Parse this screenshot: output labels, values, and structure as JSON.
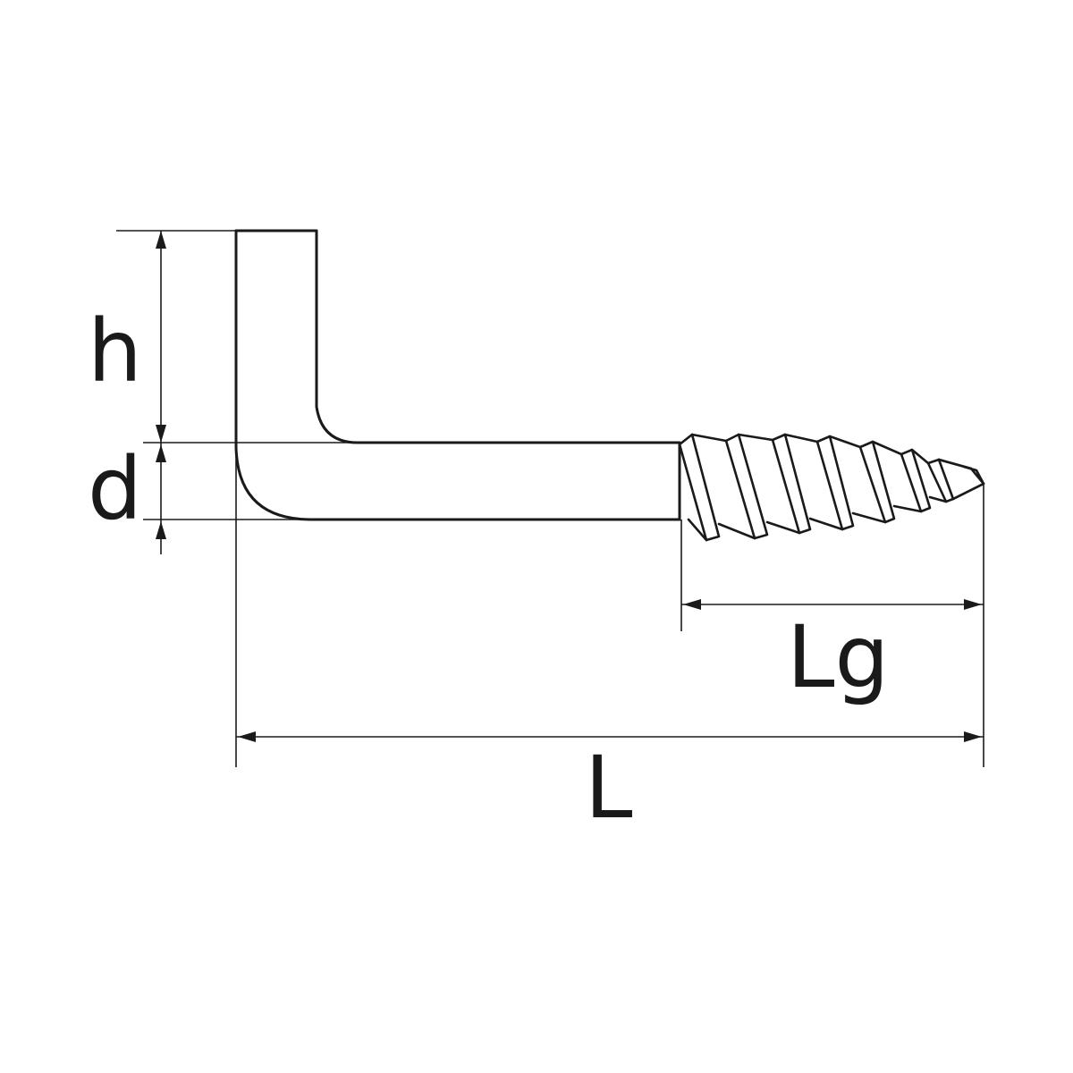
{
  "dimensions": {
    "height_label": "h",
    "diameter_label": "d",
    "thread_length_label": "Lg",
    "total_length_label": "L"
  }
}
